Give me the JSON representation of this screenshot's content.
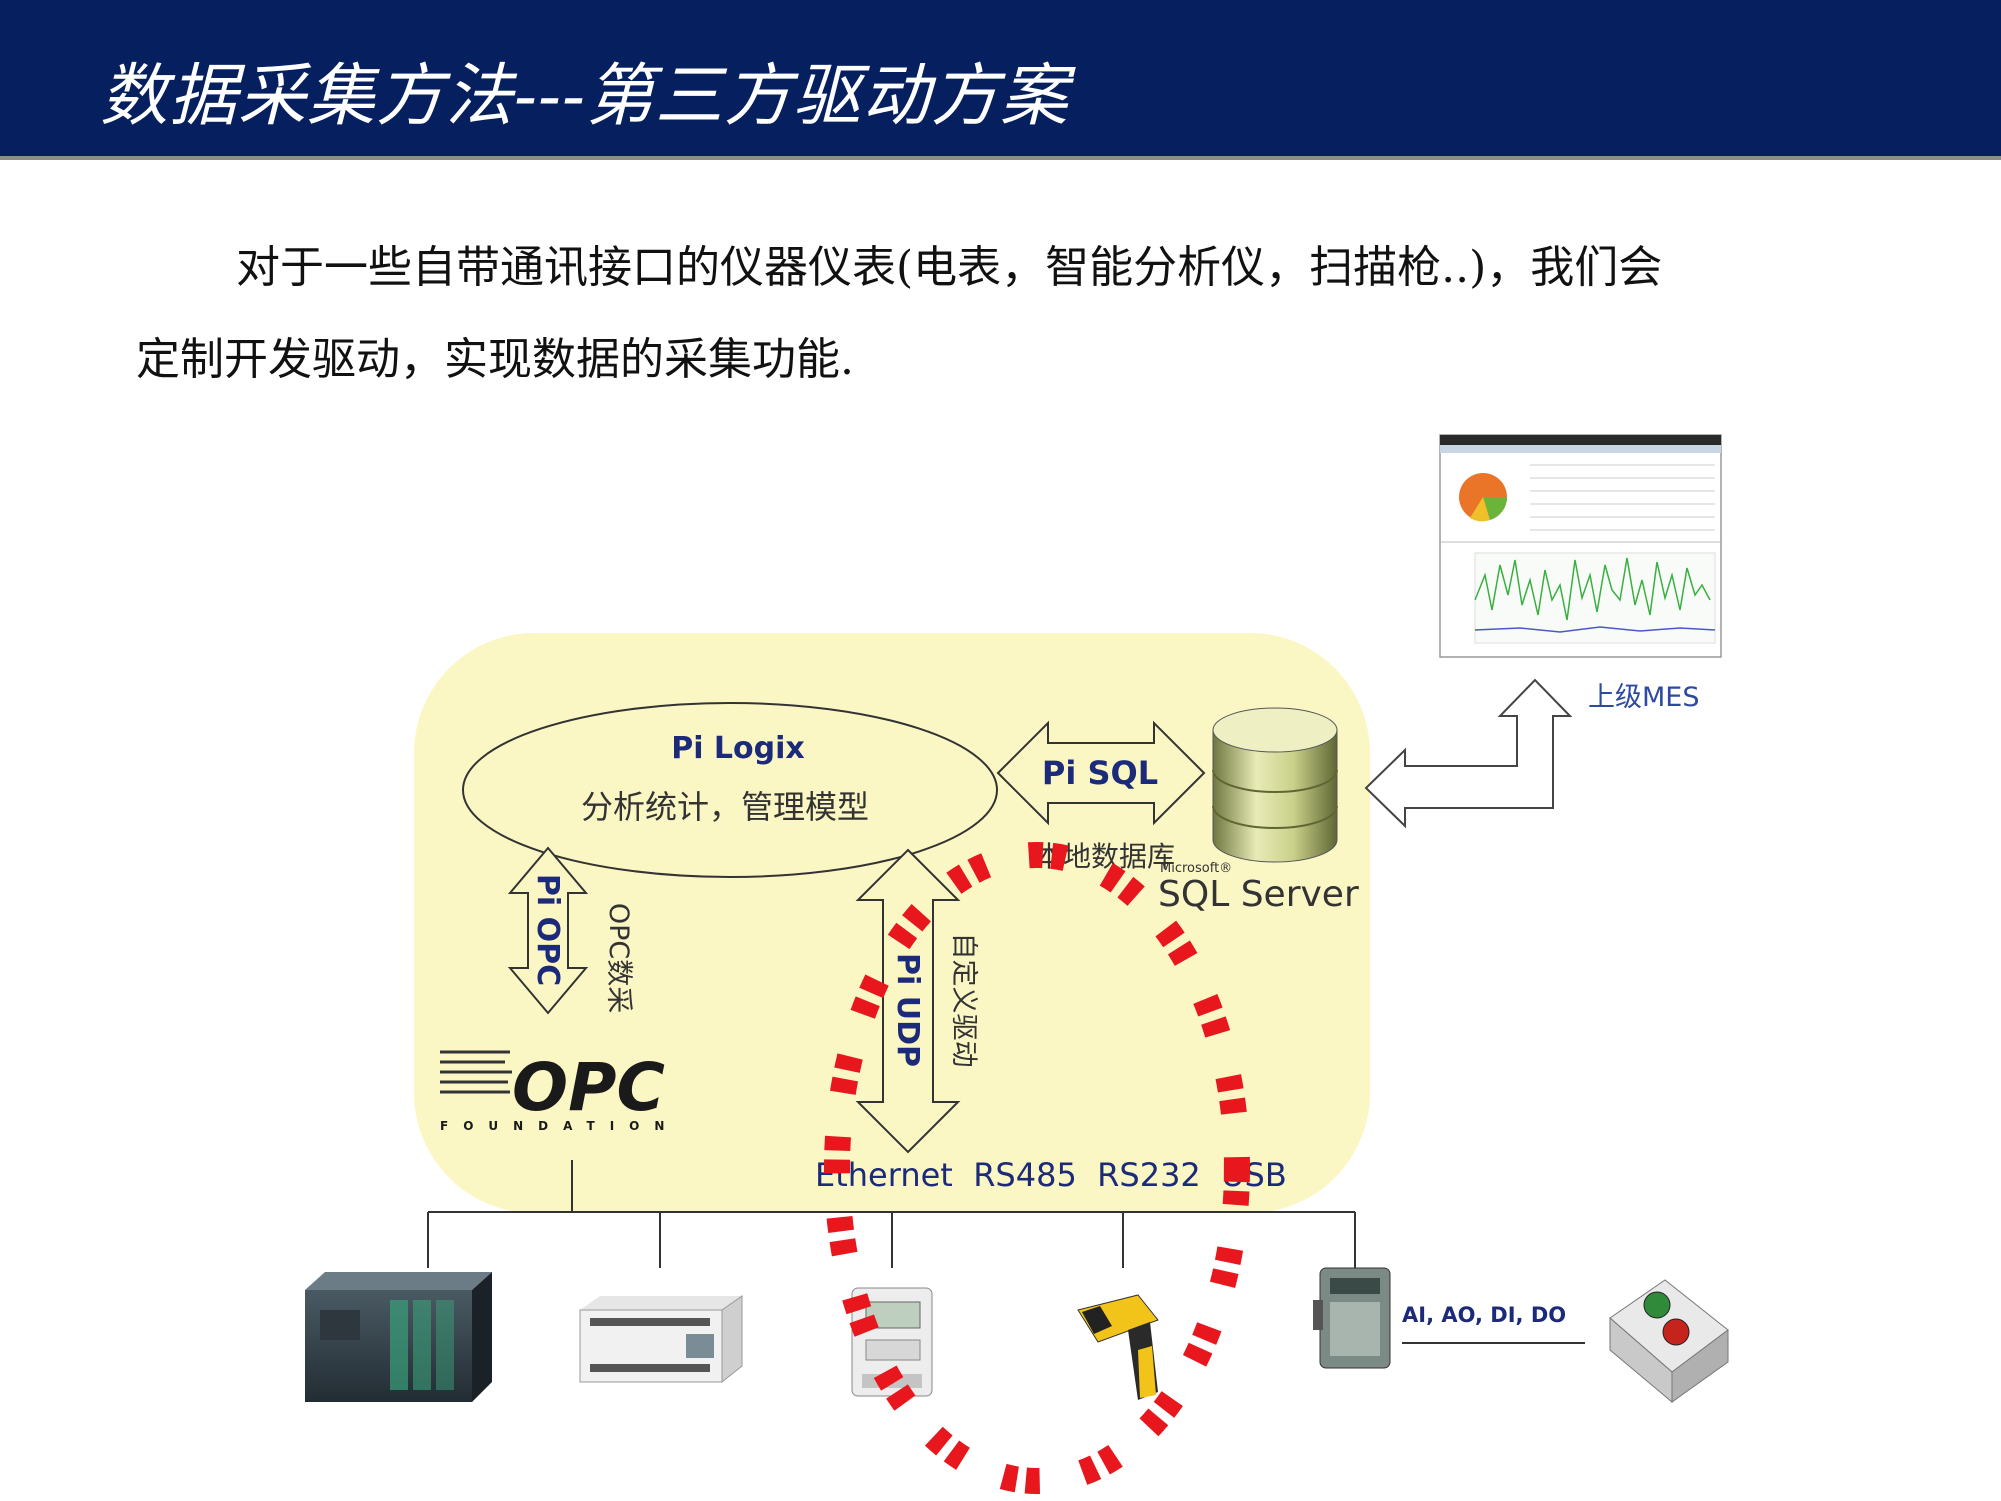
{
  "header": {
    "title": "数据采集方法---第三方驱动方案"
  },
  "intro": {
    "line1": "对于一些自带通讯接口的仪器仪表(电表，智能分析仪，扫描枪..)，我们会",
    "line2": "定制开发驱动，实现数据的采集功能."
  },
  "diagram": {
    "pi_logix": {
      "title": "Pi Logix",
      "subtitle": "分析统计，管理模型"
    },
    "pi_sql": "Pi SQL",
    "local_db": "本地数据库",
    "sql_server": {
      "small": "Microsoft®",
      "big": "SQL Server"
    },
    "upper_mes": "上级MES",
    "pi_opc": "Pi OPC",
    "opc_collect": "OPC数采",
    "pi_udp": "Pi UDP",
    "custom_driver": "自定义驱动",
    "opc_logo": {
      "big": "OPC",
      "small": "FOUNDATION"
    },
    "interfaces": "Ethernet  RS485  RS232  USB",
    "io_label": "AI, AO, DI, DO"
  },
  "colors": {
    "header_bg": "#06205f",
    "panel_bg": "#fbf7c5",
    "arrow_text": "#1c2a7a",
    "highlight": "#e8171d",
    "link_text": "#2e4aa0"
  }
}
